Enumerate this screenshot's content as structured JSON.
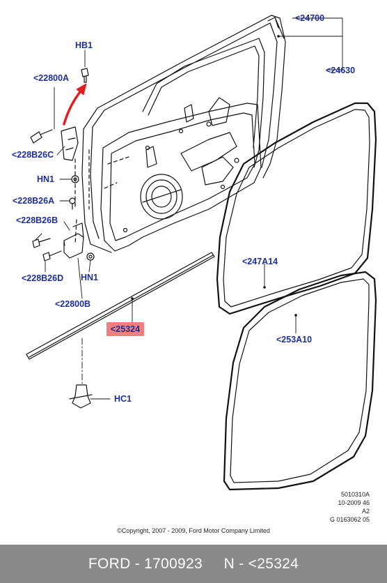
{
  "callouts": {
    "c24700": "<24700",
    "c24630": "<24630",
    "hb1": "HB1",
    "c22800a": "<22800A",
    "c228b26c": "<228B26C",
    "hn1_top": "HN1",
    "c228b26a": "<228B26A",
    "c228b26b": "<228B26B",
    "c228b26d": "<228B26D",
    "hn1_bottom": "HN1",
    "c22800b": "<22800B",
    "c25324": "<25324",
    "c247a14": "<247A14",
    "c253a10": "<253A10",
    "hc1": "HC1"
  },
  "meta": {
    "line1": "5010310A",
    "line2": "10-2009 46",
    "line3": "A2",
    "line4": "G 0163062 05"
  },
  "copyright": "©Copyright, 2007 - 2009, Ford Motor Company Limited",
  "footer": {
    "brand_part": "FORD - 1700923",
    "ref_part": "N - <25324"
  },
  "colors": {
    "label_blue": "#1d2f9a",
    "highlight": "#f08080",
    "arrow_red": "#e02020",
    "footer_bg": "#8a8a8a"
  }
}
